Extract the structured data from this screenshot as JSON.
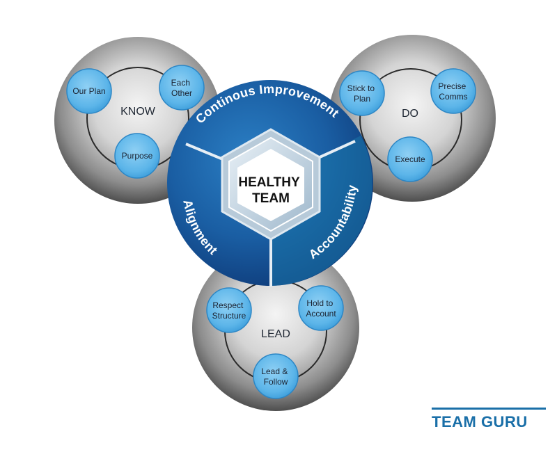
{
  "center": {
    "line1": "HEALTHY",
    "line2": "TEAM"
  },
  "ring": {
    "top": "Continous Improvement",
    "left": "Alignment",
    "right": "Accountability"
  },
  "clusters": {
    "know": {
      "label": "KNOW",
      "items": [
        {
          "lines": [
            "Our Plan"
          ]
        },
        {
          "lines": [
            "Each",
            "Other"
          ]
        },
        {
          "lines": [
            "Purpose"
          ]
        }
      ]
    },
    "do": {
      "label": "DO",
      "items": [
        {
          "lines": [
            "Stick to",
            "Plan"
          ]
        },
        {
          "lines": [
            "Precise",
            "Comms"
          ]
        },
        {
          "lines": [
            "Execute"
          ]
        }
      ]
    },
    "lead": {
      "label": "LEAD",
      "items": [
        {
          "lines": [
            "Respect",
            "Structure"
          ]
        },
        {
          "lines": [
            "Hold to",
            "Account"
          ]
        },
        {
          "lines": [
            "Lead &",
            "Follow"
          ]
        }
      ]
    }
  },
  "brand": {
    "name": "TEAM GURU"
  },
  "colors": {
    "ring_dark": "#0f3c7a",
    "ring_mid": "#1b66a8",
    "small_circle": "#5fb7ea",
    "small_circle_stroke": "#2c86c5",
    "gray_light": "#f2f2f2",
    "gray_dark": "#5a5a5a",
    "brand": "#1a6fa8"
  }
}
